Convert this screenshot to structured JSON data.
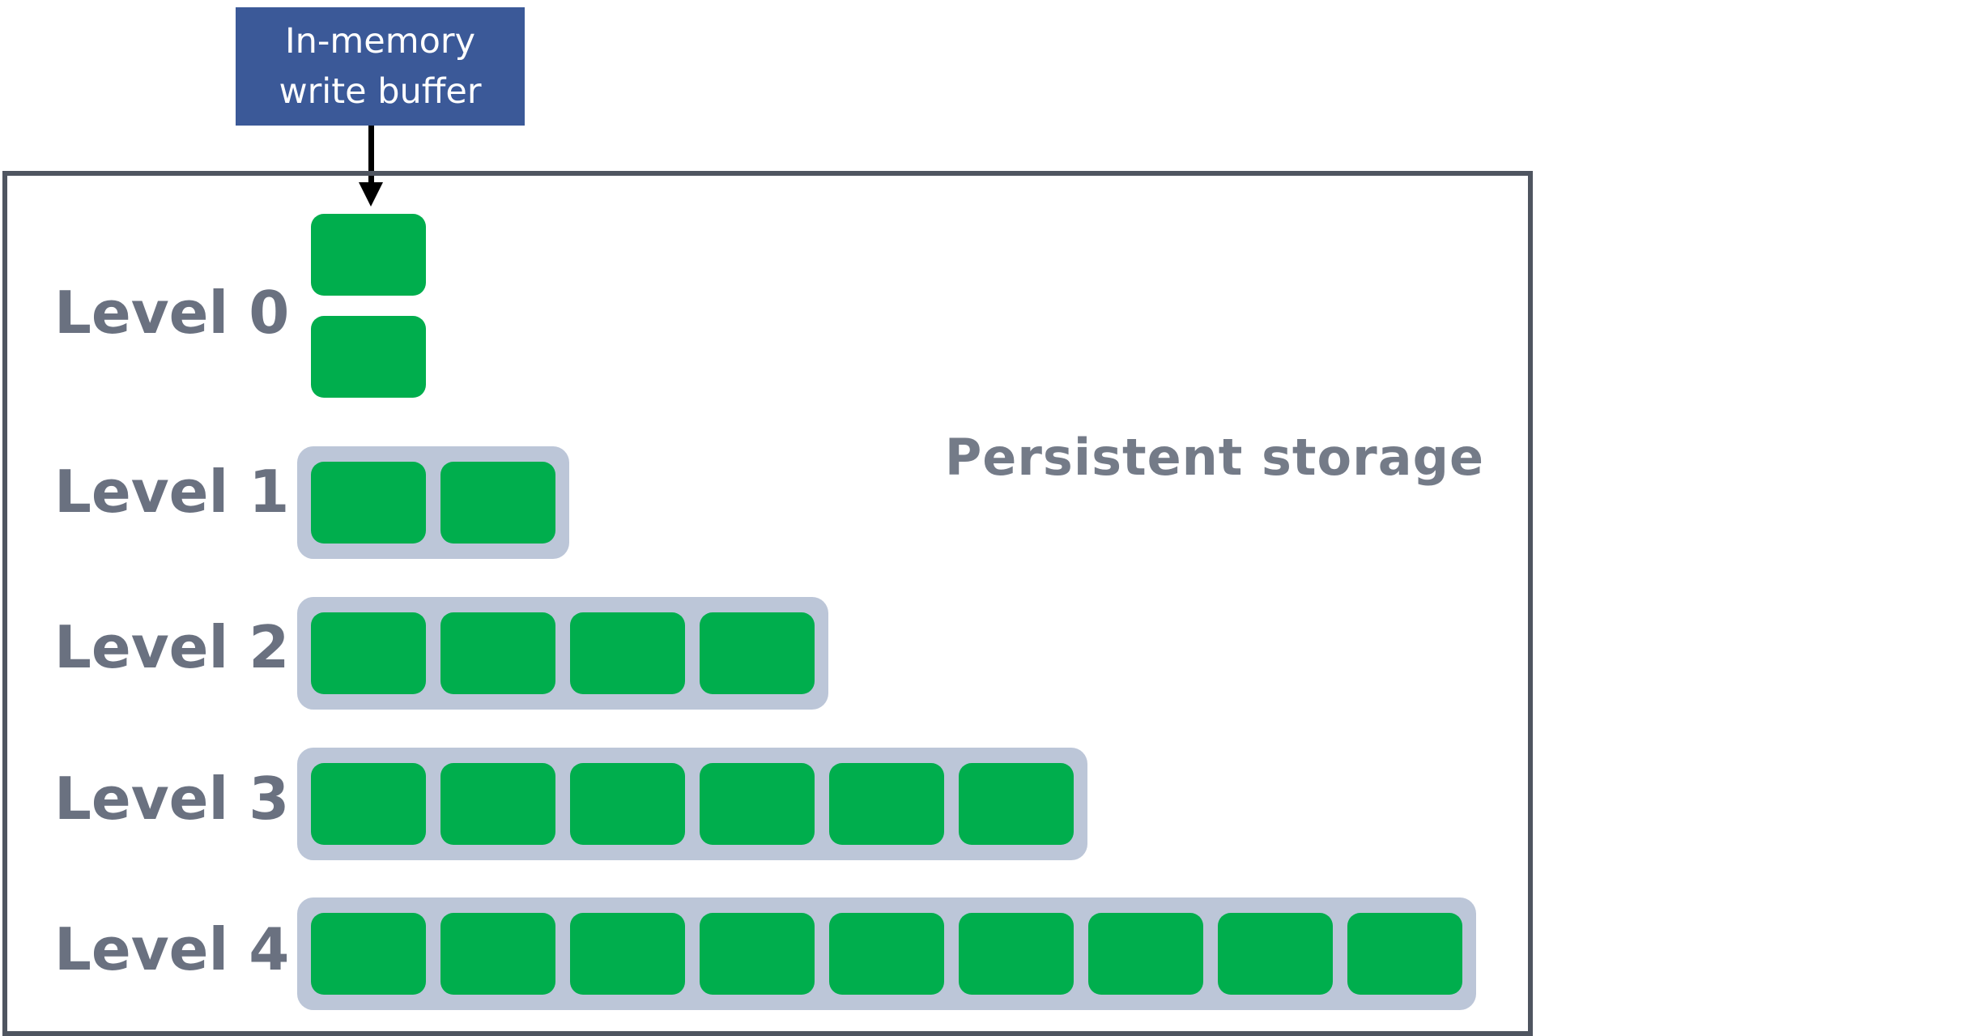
{
  "buffer": {
    "line1": "In-memory",
    "line2": "write buffer"
  },
  "storage": {
    "label": "Persistent storage"
  },
  "levels": [
    {
      "label": "Level 0",
      "files": 2,
      "grouped": false
    },
    {
      "label": "Level 1",
      "files": 2,
      "grouped": true
    },
    {
      "label": "Level 2",
      "files": 4,
      "grouped": true
    },
    {
      "label": "Level 3",
      "files": 6,
      "grouped": true
    },
    {
      "label": "Level 4",
      "files": 9,
      "grouped": true
    }
  ],
  "colors": {
    "buffer_fill": "#3b5998",
    "sst_fill": "#00ae4d",
    "group_fill": "#bcc6d8",
    "frame": "#4f5560",
    "label_text": "#6a7180"
  }
}
